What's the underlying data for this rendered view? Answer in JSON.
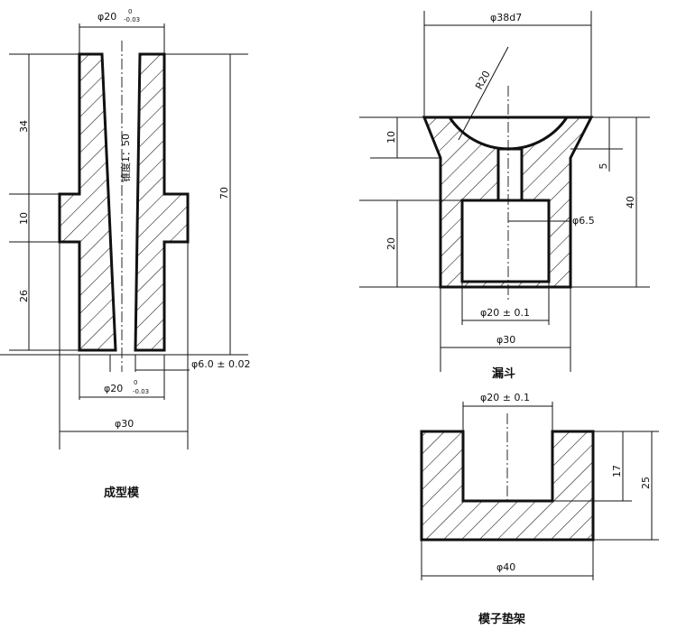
{
  "forming_die": {
    "caption": "成型模",
    "dim_top_diameter": "φ20",
    "dim_top_tol_upper": "0",
    "dim_top_tol_lower": "-0.03",
    "dim_height_upper": "34",
    "dim_height_middle": "10",
    "dim_height_lower": "26",
    "dim_total_height": "70",
    "taper_label": "锥度1：50",
    "dim_small_bore": "φ6.0 ± 0.02",
    "dim_bottom_diameter": "φ20",
    "dim_bottom_tol_upper": "0",
    "dim_bottom_tol_lower": "-0.03",
    "dim_collar_diameter": "φ30"
  },
  "funnel": {
    "caption": "漏斗",
    "dim_top_diameter": "φ38d7",
    "dim_radius": "R20",
    "dim_rim_height": "10",
    "dim_neck": "5",
    "dim_total_height": "40",
    "dim_hole": "φ6.5",
    "dim_bore_depth": "20",
    "dim_bore_diameter": "φ20 ± 0.1",
    "dim_outer_diameter": "φ30"
  },
  "die_pad": {
    "caption": "模子垫架",
    "dim_bore_diameter": "φ20 ± 0.1",
    "dim_bore_depth": "17",
    "dim_height": "25",
    "dim_outer_diameter": "φ40"
  }
}
